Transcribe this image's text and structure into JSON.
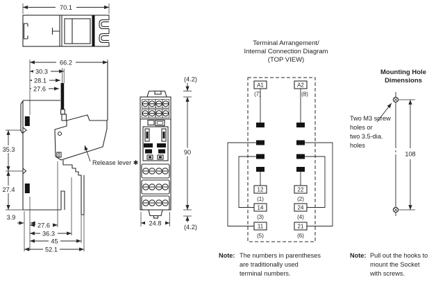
{
  "colors": {
    "ink": "#262626",
    "background": "#ffffff"
  },
  "top_view": {
    "dim_width": "70.1"
  },
  "side_view": {
    "dim_depth_total": "66.2",
    "dim_30_3": "30.3",
    "dim_28_1": "28.1",
    "dim_27_6_top": "27.6",
    "dim_35_3": "35.3",
    "dim_27_4": "27.4",
    "dim_3_9": "3.9",
    "dim_27_6_bottom": "27.6",
    "dim_36_3": "36.3",
    "dim_45": "45",
    "dim_52_1": "52.1",
    "release_lever_label": "Release lever ✱"
  },
  "front_view": {
    "dim_tab_top": "(4.2)",
    "dim_height": "90",
    "dim_tab_bottom": "(4.2)",
    "dim_width": "24.8"
  },
  "terminal_diagram": {
    "title_line1": "Terminal Arrangement/",
    "title_line2": "Internal Connection Diagram",
    "title_line3": "(TOP VIEW)",
    "coil_terminals": [
      {
        "id": "A1",
        "trad": "(7)"
      },
      {
        "id": "A2",
        "trad": "(8)"
      }
    ],
    "contact_terminals": [
      {
        "id": "12",
        "trad": "(1)"
      },
      {
        "id": "22",
        "trad": "(2)"
      },
      {
        "id": "14",
        "trad": "(3)"
      },
      {
        "id": "24",
        "trad": "(4)"
      },
      {
        "id": "11",
        "trad": "(5)"
      },
      {
        "id": "21",
        "trad": "(6)"
      }
    ]
  },
  "note_terminals": {
    "label": "Note:",
    "line1": "The numbers in parentheses",
    "line2": "are traditionally used",
    "line3": "terminal numbers."
  },
  "mounting": {
    "title_line1": "Mounting Hole",
    "title_line2": "Dimensions",
    "hole_note_line1": "Two M3 screw",
    "hole_note_line2": "holes or",
    "hole_note_line3": "two 3.5-dia.",
    "hole_note_line4": "holes",
    "dim_pitch": "108"
  },
  "note_mounting": {
    "label": "Note:",
    "line1": "Pull out the hooks to",
    "line2": "mount the Socket",
    "line3": "with screws."
  }
}
